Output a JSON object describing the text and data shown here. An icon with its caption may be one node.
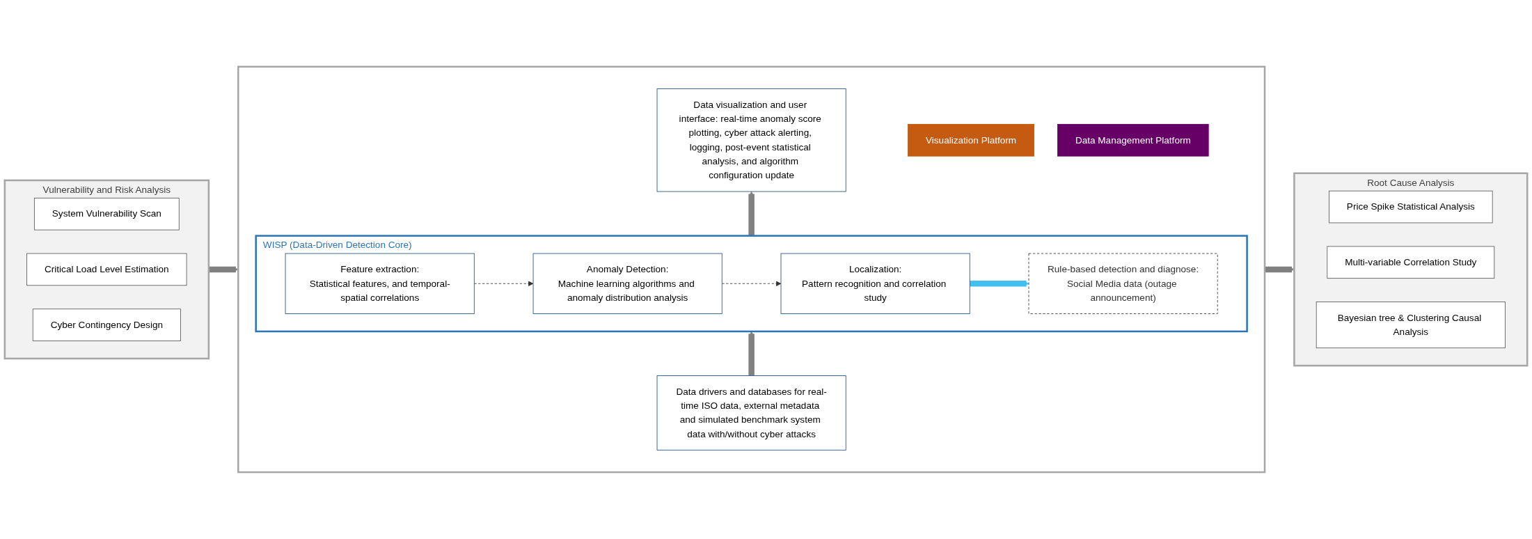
{
  "diagram": {
    "nodes": [
      {
        "text": [
          "Vulnerability and Risk Analysis"
        ]
      },
      {
        "text": [
          "System Vulnerability Scan"
        ],
        "in": 0
      },
      {
        "text": [
          "Critical Load Level Estimation"
        ],
        "in": 0
      },
      {
        "text": [
          "Cyber Contingency Design"
        ],
        "in": 0
      },
      {
        "text": [],
        "shape": "box"
      },
      {
        "text": [
          "Visualization Platform"
        ],
        "in": 4
      },
      {
        "text": [
          "Data visualization and user interface: real-time anomaly score plotting, cyber attack alerting, logging, post-event statistical analysis, and algorithm configuration update"
        ],
        "in": 4
      },
      {
        "text": [
          "WISP (Data-Driven Detection Core)"
        ],
        "in": 4
      },
      {
        "text": [
          "Feature extraction:",
          "Statistical features, and temporal-spatial correlations"
        ],
        "in": 7
      },
      {
        "text": [
          "Anomaly Detection:",
          "Machine learning algorithms and anomaly distribution analysis"
        ],
        "in": 7
      },
      {
        "text": [
          "Localization:",
          "Pattern recognition and correlation study"
        ],
        "in": 7
      },
      {
        "text": [
          "Rule-based detection and diagnose:",
          "Social Media data (outage announcement)"
        ],
        "in": 7
      },
      {
        "text": [
          "Data Management Platform"
        ],
        "in": 4
      },
      {
        "text": [
          "Data drivers and databases for real-time ISO data, external metadata and simulated benchmark system data with/without cyber attacks"
        ],
        "in": 4
      },
      {
        "text": [
          "Root Cause Analysis"
        ]
      },
      {
        "text": [
          "Price Spike Statistical Analysis"
        ],
        "in": 14
      },
      {
        "text": [
          "Multi-variable Correlation Study"
        ],
        "in": 14
      },
      {
        "text": [
          "Bayesian tree & Clustering Causal Analysis"
        ],
        "in": 14
      }
    ],
    "edges": [
      {
        "from": 0,
        "to": 4,
        "arrow": "to"
      },
      {
        "from": 8,
        "to": 9,
        "arrow": "to",
        "style": "dashed"
      },
      {
        "from": 9,
        "to": 10,
        "arrow": "to",
        "style": "dashed"
      },
      {
        "from": 10,
        "to": 11,
        "arrow": "to",
        "color": "#41c0f0"
      },
      {
        "from": 7,
        "to": 6,
        "arrow": "to"
      },
      {
        "from": 13,
        "to": 7,
        "arrow": "to"
      },
      {
        "from": 4,
        "to": 14,
        "arrow": "to"
      }
    ]
  }
}
